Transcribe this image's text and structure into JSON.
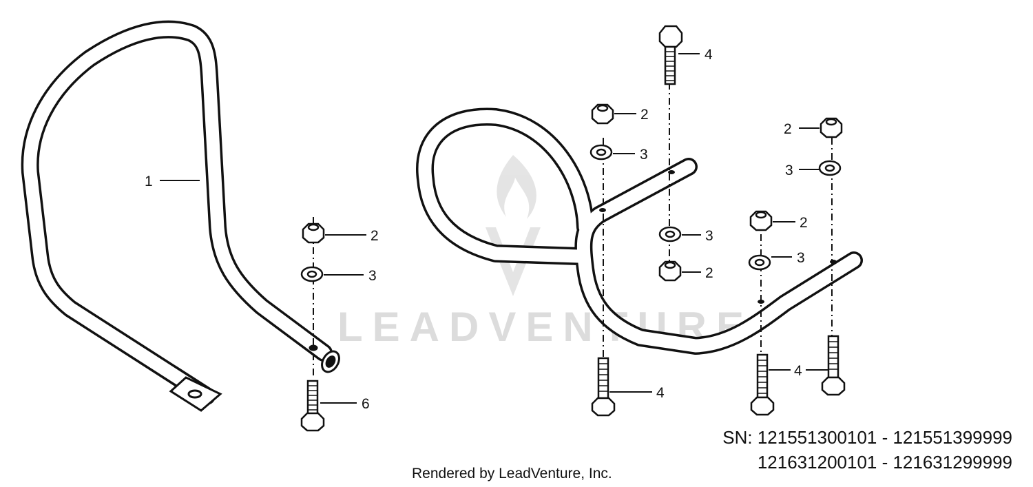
{
  "watermark": {
    "text": "LEADVENTURE"
  },
  "callouts": {
    "c1": "1",
    "c2": "2",
    "c3": "3",
    "c4": "4",
    "c6": "6"
  },
  "serial": {
    "line1": "SN: 121551300101 - 121551399999",
    "line2": "121631200101 - 121631299999"
  },
  "credit": "Rendered by LeadVenture, Inc.",
  "colors": {
    "ink": "#111111",
    "watermark": "#d9d9d9"
  }
}
